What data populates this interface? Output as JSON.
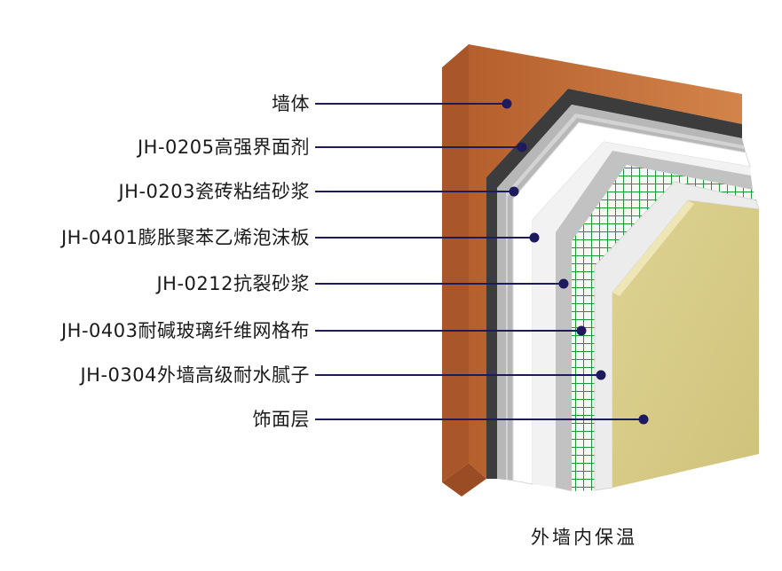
{
  "layers": [
    {
      "label": "墙体"
    },
    {
      "label": "JH-0205高强界面剂"
    },
    {
      "label": "JH-0203瓷砖粘结砂浆"
    },
    {
      "label": "JH-0401膨胀聚苯乙烯泡沫板"
    },
    {
      "label": "JH-0212抗裂砂浆"
    },
    {
      "label": "JH-0403耐碱玻璃纤维网格布"
    },
    {
      "label": "JH-0304外墙高级耐水腻子"
    },
    {
      "label": "饰面层"
    }
  ],
  "caption": "外墙内保温",
  "colors": {
    "wall": "#c8703d",
    "interface": "#3a3a3a",
    "mortar": "#b9b9b9",
    "foam": "#ffffff",
    "crack_mortar": "#c4c4c4",
    "mesh": "#1f9a3a",
    "putty": "#e9e9e9",
    "finish": "#d9cc87",
    "leader": "#1e1a5e"
  }
}
